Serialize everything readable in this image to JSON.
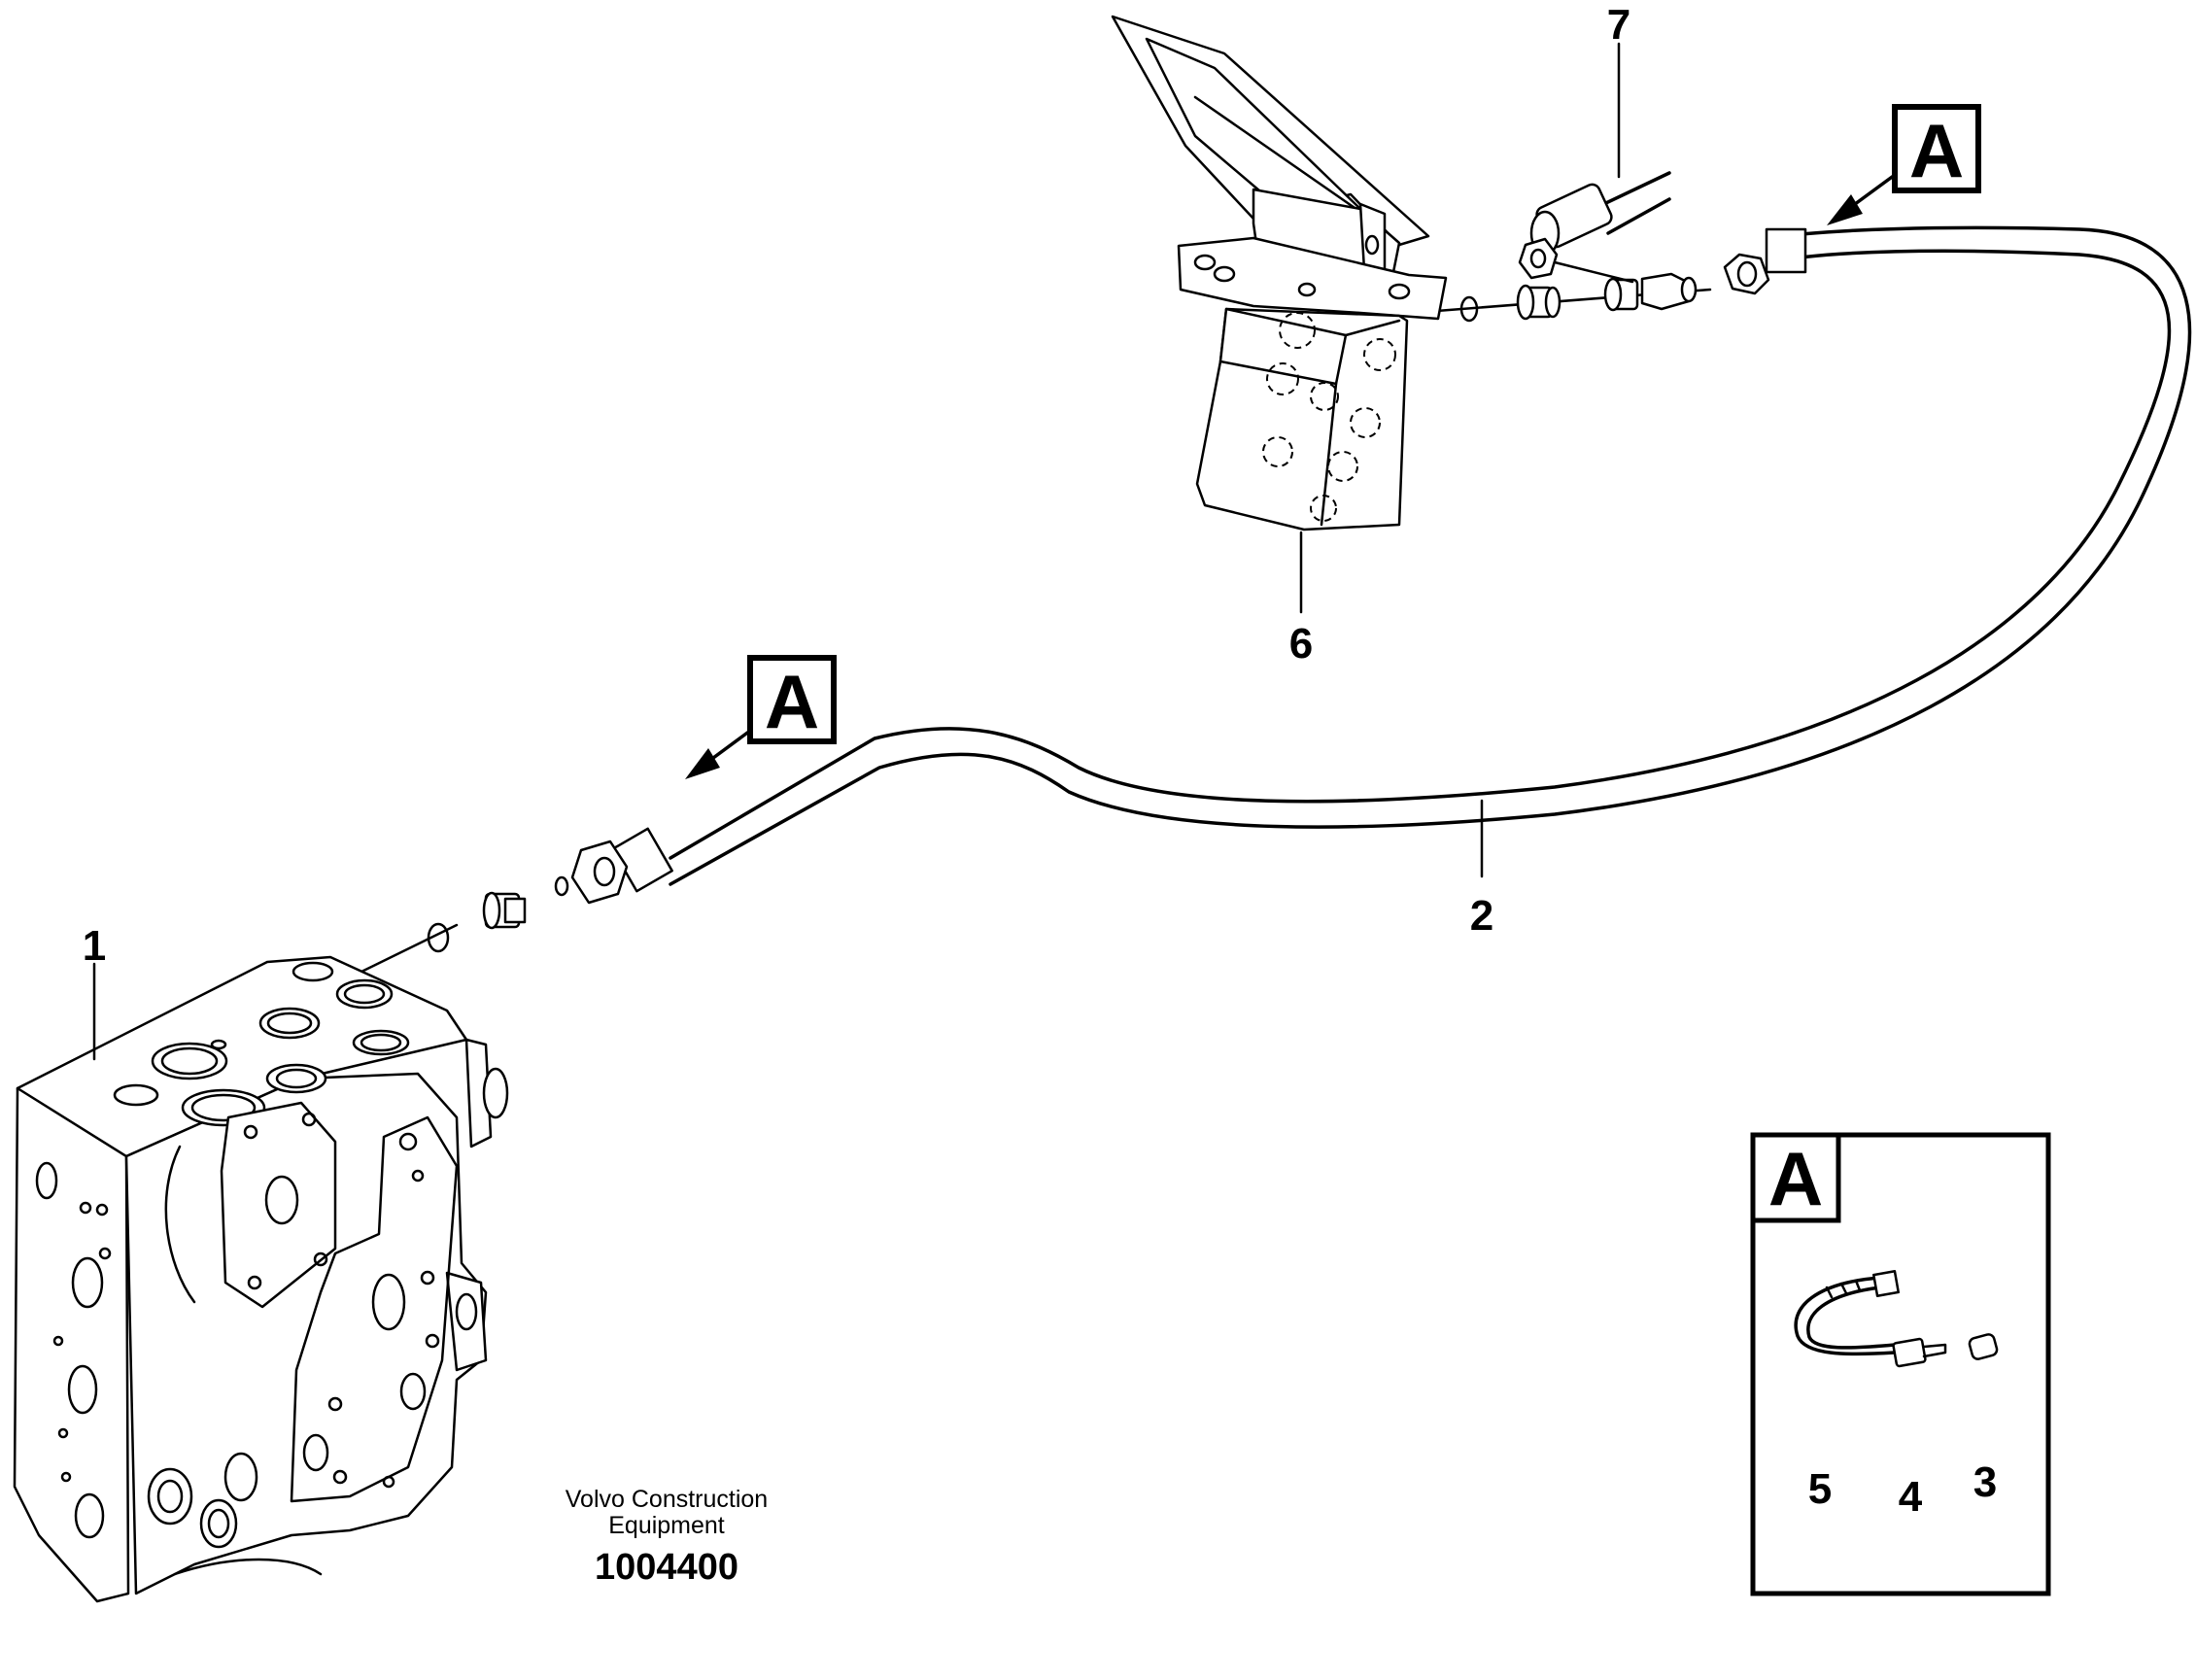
{
  "diagram": {
    "callouts": {
      "c1": "1",
      "c2": "2",
      "c3": "3",
      "c4": "4",
      "c5": "5",
      "c6": "6",
      "c7": "7"
    },
    "detail_tags": {
      "hose_end_right": "A",
      "hose_end_left": "A",
      "detail_box": "A"
    },
    "caption": {
      "line1": "Volvo Construction",
      "line2": "Equipment",
      "drawing_number": "1004400"
    }
  }
}
